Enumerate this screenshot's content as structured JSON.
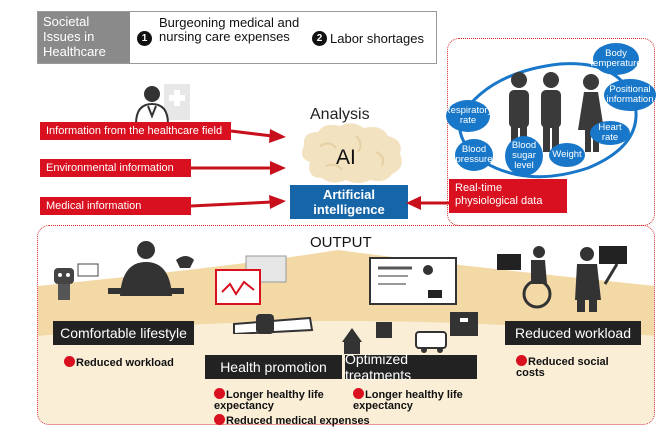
{
  "issues": {
    "label": "Societal Issues in Healthcare",
    "items": [
      {
        "number": "1",
        "text": "Burgeoning medical and nursing care expenses"
      },
      {
        "number": "2",
        "text": "Labor shortages"
      }
    ]
  },
  "inputs": [
    "Information from the healthcare field",
    "Environmental information",
    "Medical information"
  ],
  "analysis": {
    "title": "Analysis",
    "ai": "AI",
    "ai_full": "Artificial intelligence"
  },
  "realtime": "Real-time physiological data",
  "vitals": [
    "Body temperature",
    "Positional information",
    "Respiratory rate",
    "Blood pressure",
    "Blood sugar level",
    "Weight",
    "Heart rate"
  ],
  "output": {
    "title": "OUTPUT",
    "boxes": [
      {
        "label": "Comfortable lifestyle",
        "benefits": [
          "Reduced workload"
        ]
      },
      {
        "label": "Health promotion",
        "benefits": [
          "Longer healthy life expectancy",
          "Reduced medical expenses"
        ]
      },
      {
        "label": "Optimized treatments",
        "benefits": [
          "Longer healthy life expectancy"
        ]
      },
      {
        "label": "Reduced workload",
        "benefits": [
          "Reduced social costs"
        ]
      }
    ]
  },
  "colors": {
    "accent_red": "#d9101f",
    "ai_blue": "#1565a8",
    "bubble_blue": "#1877c9",
    "output_box": "#222222",
    "issues_gray": "#8a8a8a",
    "sand": "#f3d9a6"
  },
  "icons": [
    "doctor-icon",
    "brain-icon",
    "person-silhouette-icon",
    "robot-icon",
    "smartwatch-icon",
    "monitor-icon",
    "hospital-icon",
    "ambulance-icon",
    "wheelchair-icon",
    "caregiver-icon"
  ]
}
